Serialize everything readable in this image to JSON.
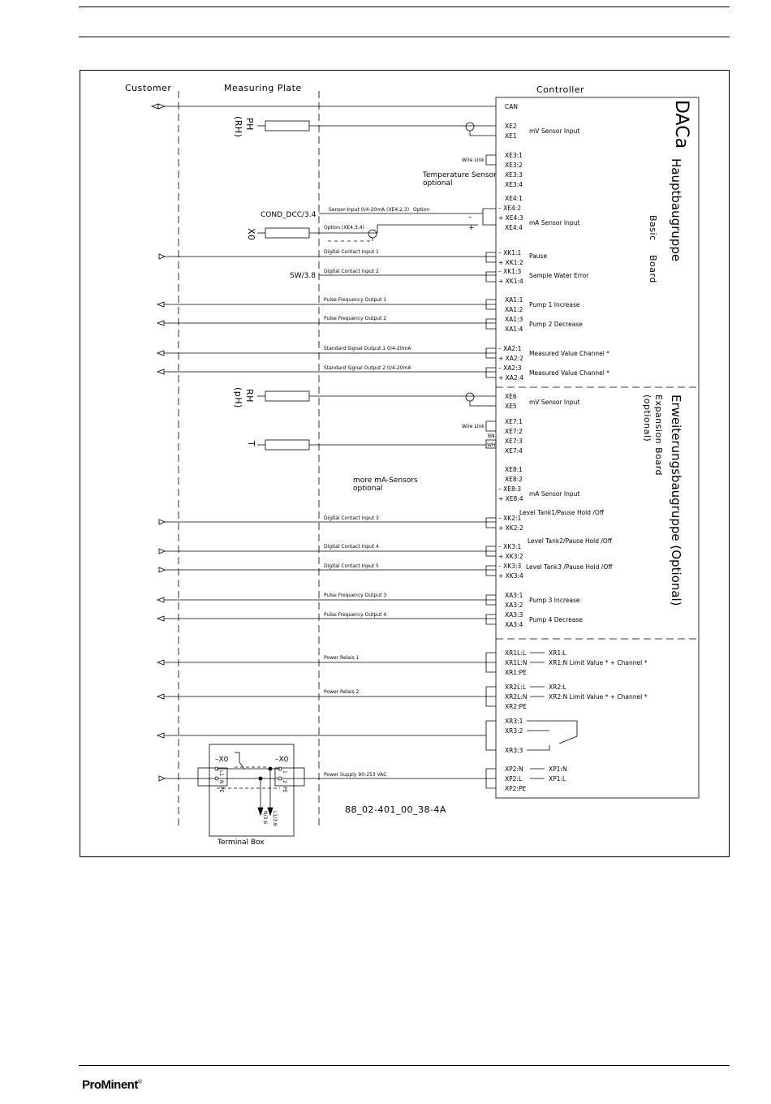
{
  "header": {},
  "columns": {
    "customer": "Customer",
    "measuring_plate": "Measuring  Plate",
    "controller": "Controller"
  },
  "board": {
    "daca": "DACa",
    "main_de": "Hauptbaugruppe",
    "main_en1": "Basic",
    "main_en2": "Board",
    "exp_de": "Erweiterungsbaugruppe (Optional)",
    "exp_en1": "Expansion  Board",
    "exp_en2": "(optional)"
  },
  "sensors": {
    "ph_rh_1": "PH",
    "ph_rh_1b": "(RH)",
    "rh_ph_2": "RH",
    "rh_ph_2b": "(pH)",
    "x0": "X0",
    "t": "T",
    "cond": "COND_DCC/3.4",
    "sw": "SW/3.8"
  },
  "notes": {
    "wire_link_1": "Wire Link",
    "wire_link_2": "Wire Link",
    "temp_sensor": "Temperature Sensor",
    "temp_optional": "optional",
    "more_ma": "more mA-Sensors",
    "more_optional": "optional",
    "bn": "BN",
    "wh": "WH",
    "minus": "–",
    "plus": "+"
  },
  "line_labels": {
    "sensor_input": "Sensor-Input 0/4-20mA (XE4:2,3)",
    "option_right": "Option",
    "option_xe4": "Option (XE4:3,4)",
    "dci1": "Digital Contact Input 1",
    "dci2": "Digital Contact Input 2",
    "pfo1": "Pulse Frequency Output 1",
    "pfo2": "Pulse Frequency Output 2",
    "sso1": "Standard Signal Output 1 0/4-20mA",
    "sso2": "Standard Signal Output 2 0/4-20mA",
    "dci3": "Digital Contact Input 3",
    "dci4": "Digital Contact Input 4",
    "dci5": "Digital Contact Input 5",
    "pfo3": "Pulse Frequency Output 3",
    "pfo4": "Pulse Frequency Output 4",
    "pr1": "Power Relais 1",
    "pr2": "Power Relais 2",
    "ps": "Power Supply 90-253 VAC"
  },
  "terminals": {
    "can": "CAN",
    "xe2": "XE2",
    "xe1": "XE1",
    "xe3_1": "XE3:1",
    "xe3_2": "XE3:2",
    "xe3_3": "XE3:3",
    "xe3_4": "XE3:4",
    "xe4_1": "XE4:1",
    "xe4_2": "– XE4:2",
    "xe4_3": "+ XE4:3",
    "xe4_4": "XE4:4",
    "xk1_1": "– XK1:1",
    "xk1_2": "+ XK1:2",
    "xk1_3": "– XK1:3",
    "xk1_4": "+ XK1:4",
    "xa1_1": "XA1:1",
    "xa1_2": "XA1:2",
    "xa1_3": "XA1:3",
    "xa1_4": "XA1:4",
    "xa2_1": "– XA2:1",
    "xa2_2": "+ XA2:2",
    "xa2_3": "– XA2:3",
    "xa2_4": "+ XA2:4",
    "xe6": "XE6",
    "xe5": "XE5",
    "xe7_1": "XE7:1",
    "xe7_2": "XE7:2",
    "xe7_3": "XE7:3",
    "xe7_4": "XE7:4",
    "xe8_1": "XE8:1",
    "xe8_2": "XE8:2",
    "xe8_3": "– XE8:3",
    "xe8_4": "+ XE8:4",
    "xk2_1": "– XK2:1",
    "xk2_2": "+ XK2:2",
    "xk3_1": "– XK3:1",
    "xk3_2": "+ XK3:2",
    "xk3_3": "– XK3:3",
    "xk3_4": "+ XK3:4",
    "xa3_1": "XA3:1",
    "xa3_2": "XA3:2",
    "xa3_3": "XA3:3",
    "xa3_4": "XA3:4",
    "xr1_l": "XR1L:L",
    "xr1_n": "XR1L:N",
    "xr1_pe": "XR1:PE",
    "xr2_l": "XR2L:L",
    "xr2_n": "XR2L:N",
    "xr2_pe": "XR2:PE",
    "xr3_1": "XR3:1",
    "xr3_2": "XR3:2",
    "xr3_3": "XR3:3",
    "xp2_n": "XP2:N",
    "xp2_l": "XP2:L",
    "xp2_pe": "XP2:PE"
  },
  "functions": {
    "mv1": "mV  Sensor  Input",
    "ma1": "mA  Sensor  Input",
    "pause": "Pause",
    "swe": "Sample  Water  Error",
    "p1": "Pump  1  Increase",
    "p2": "Pump  2  Decrease",
    "mvc1": "Measured  Value  Channel  *",
    "mvc2": "Measured  Value  Channel  *",
    "mv2": "mV  Sensor  Input",
    "ma2": "mA  Sensor  Input",
    "lt1": "Level  Tank1/Pause  Hold  /Off",
    "lt2": "Level  Tank2/Pause  Hold  /Off",
    "lt3": "Level  Tank3 /Pause  Hold  /Off",
    "p3": "Pump  3  Increase",
    "p4": "Pump  4  Decrease",
    "xr1l": "XR1:L",
    "xr1n": "XR1:N  Limit  Value  *  +  Channel  *",
    "xr2l": "XR2:L",
    "xr2n": "XR2:N  Limit  Value  *  +  Channel  *",
    "xp1n": "XP1:N",
    "xp1l": "XP1:L"
  },
  "terminal_box": {
    "label": "Terminal  Box",
    "x0_left": "–X0",
    "x0_right": "–X0",
    "l1": "L1",
    "n": "N",
    "pe": "PE",
    "t1": "1",
    "t2": "2",
    "pe2": "PE",
    "n36": "N/3.6",
    "l136": "L1/3.6"
  },
  "drawing_id": "88_02-401_00_38-4A",
  "footer": {
    "brand": "ProMinent",
    "reg": "®"
  }
}
